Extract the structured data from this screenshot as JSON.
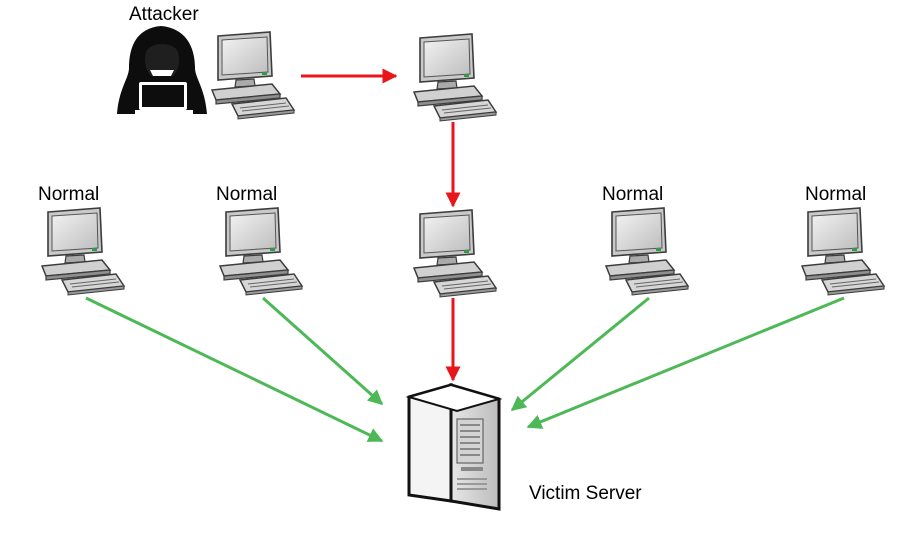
{
  "labels": {
    "attacker": "Attacker",
    "normal_1": "Normal",
    "normal_2": "Normal",
    "normal_3": "Normal",
    "normal_4": "Normal",
    "victim": "Victim Server"
  },
  "colors": {
    "attack_arrow": "#e8161b",
    "normal_arrow": "#4db856",
    "monitor_body": "#c8c8c8",
    "screen": "#d9d9d9",
    "outline": "#3c3c3c"
  },
  "icons": {
    "attacker": "hooded-hacker-icon",
    "computer": "desktop-computer-icon",
    "server": "tower-server-icon"
  }
}
